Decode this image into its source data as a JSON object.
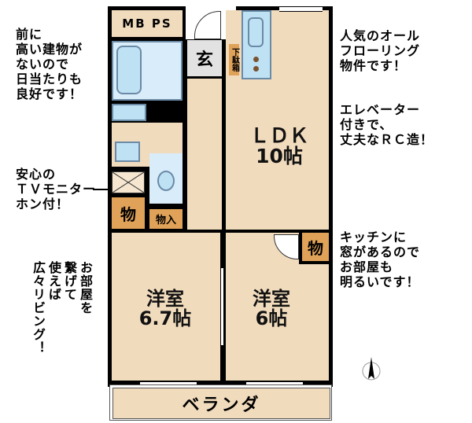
{
  "notes_left": {
    "sunlight": "前に\n高い建物が\nないので\n日当たりも\n良好です！",
    "intercom": "安心の\nＴＶモニター\nホン付！",
    "vertical_columns": [
      "お部屋を",
      "繋げて",
      "使えば",
      "広々リビング！"
    ]
  },
  "notes_right": {
    "flooring": "人気のオール\nフローリング\n物件です！",
    "elevator": "エレベーター\n付きで、\n丈夫なＲＣ造！",
    "kitchen": "キッチンに\n窓があるので\nお部屋も\n明るいです！"
  },
  "rooms": {
    "mbps": "MB PS",
    "genkan": "玄",
    "shoe_box": "下駄箱",
    "ldk": "ＬＤＫ\n10帖",
    "storage_left": "物",
    "closet": "物入",
    "bedroom1": "洋室\n6.7帖",
    "bedroom2": "洋室\n6帖",
    "storage_right": "物",
    "veranda": "ベランダ"
  },
  "colors": {
    "floor": "#f1dbbd",
    "wet_area": "#bfe1f4",
    "storage": "#e0a258",
    "entry": "#e2e2e2"
  },
  "compass": "north-arrow"
}
